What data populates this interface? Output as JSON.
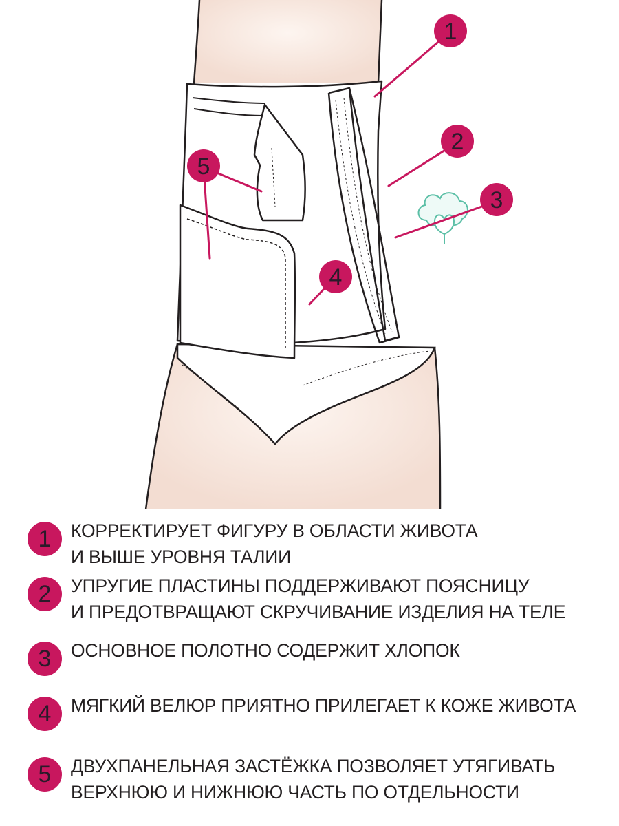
{
  "colors": {
    "accent": "#c8175e",
    "skin": "#f6e6dd",
    "cotton": "#5bbfa6"
  },
  "callouts": [
    "1",
    "2",
    "3",
    "4",
    "5"
  ],
  "features": [
    {
      "number": "1",
      "lines": [
        "КОРРЕКТИРУЕТ ФИГУРУ В ОБЛАСТИ ЖИВОТА",
        "И ВЫШЕ УРОВНЯ ТАЛИИ"
      ]
    },
    {
      "number": "2",
      "lines": [
        "УПРУГИЕ ПЛАСТИНЫ ПОДДЕРЖИВАЮТ ПОЯСНИЦУ",
        "И ПРЕДОТВРАЩАЮТ СКРУЧИВАНИЕ ИЗДЕЛИЯ НА ТЕЛЕ"
      ]
    },
    {
      "number": "3",
      "lines": [
        "ОСНОВНОЕ ПОЛОТНО СОДЕРЖИТ ХЛОПОК"
      ]
    },
    {
      "number": "4",
      "lines": [
        "МЯГКИЙ ВЕЛЮР ПРИЯТНО ПРИЛЕГАЕТ К КОЖЕ ЖИВОТА"
      ]
    },
    {
      "number": "5",
      "lines": [
        "ДВУХПАНЕЛЬНАЯ ЗАСТЁЖКА ПОЗВОЛЯЕТ УТЯГИВАТЬ",
        "ВЕРХНЮЮ И НИЖНЮЮ ЧАСТЬ ПО ОТДЕЛЬНОСТИ"
      ]
    }
  ]
}
